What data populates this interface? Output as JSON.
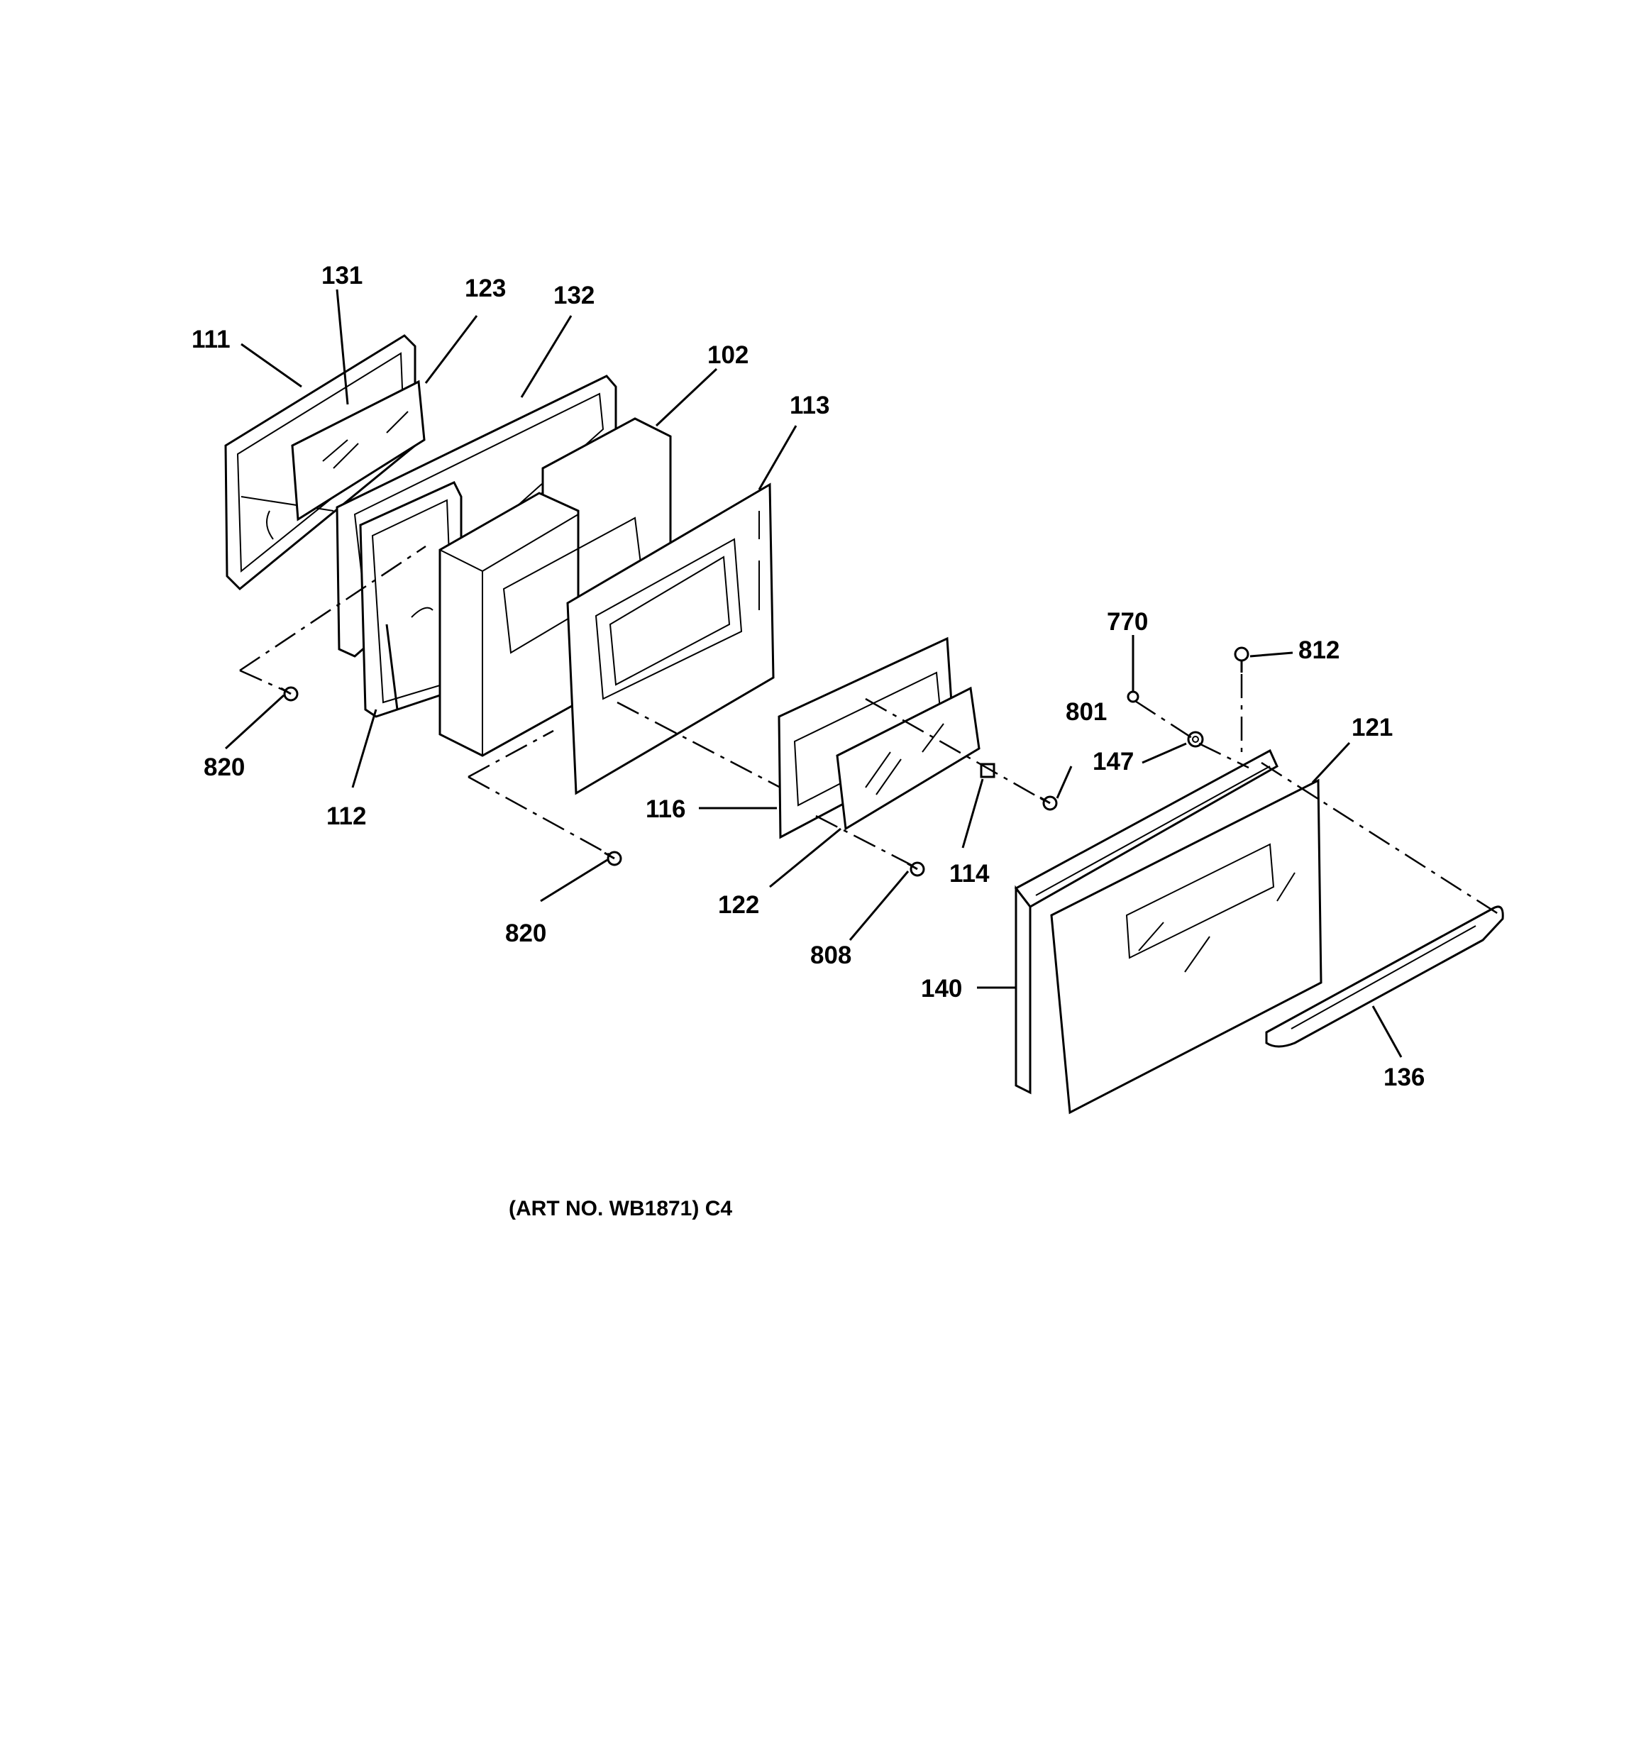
{
  "labels": {
    "p111": "111",
    "p131": "131",
    "p123": "123",
    "p132": "132",
    "p102": "102",
    "p113": "113",
    "p820a": "820",
    "p112": "112",
    "p820b": "820",
    "p116": "116",
    "p122": "122",
    "p808": "808",
    "p114": "114",
    "p801": "801",
    "p770": "770",
    "p812": "812",
    "p147": "147",
    "p121": "121",
    "p140": "140",
    "p136": "136"
  },
  "caption": "(ART NO. WB1871) C4"
}
